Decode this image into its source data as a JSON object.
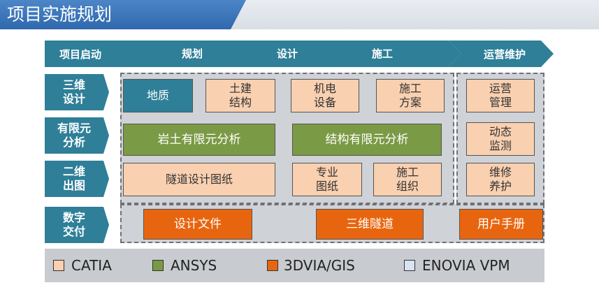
{
  "title": "项目实施规划",
  "phases": {
    "start": "项目启动",
    "plan": "规划",
    "design": "设计",
    "construction": "施工",
    "ops": "运营维护"
  },
  "rows": [
    {
      "line1": "三维",
      "line2": "设计"
    },
    {
      "line1": "有限元",
      "line2": "分析"
    },
    {
      "line1": "二维",
      "line2": "出图"
    },
    {
      "line1": "数字",
      "line2": "交付"
    }
  ],
  "boxes": {
    "geology": "地质",
    "civil": {
      "line1": "土建",
      "line2": "结构"
    },
    "mep": {
      "line1": "机电",
      "line2": "设备"
    },
    "construction_plan": {
      "line1": "施工",
      "line2": "方案"
    },
    "ops_mgmt": {
      "line1": "运营",
      "line2": "管理"
    },
    "geo_fea": "岩土有限元分析",
    "struct_fea": "结构有限元分析",
    "monitoring": {
      "line1": "动态",
      "line2": "监测"
    },
    "tunnel_drawings": "隧道设计图纸",
    "special_drawings": {
      "line1": "专业",
      "line2": "图纸"
    },
    "construction_org": {
      "line1": "施工",
      "line2": "组织"
    },
    "maintenance": {
      "line1": "维修",
      "line2": "养护"
    },
    "design_docs": "设计文件",
    "tunnel_3d": "三维隧道",
    "user_manual": "用户手册"
  },
  "legend": [
    {
      "label": "CATIA",
      "color": "#f9d0b0"
    },
    {
      "label": "ANSYS",
      "color": "#7b9a45"
    },
    {
      "label": "3DVIA/GIS",
      "color": "#e8650f"
    },
    {
      "label": "ENOVIA VPM",
      "color": "#d9e3f1"
    }
  ]
}
